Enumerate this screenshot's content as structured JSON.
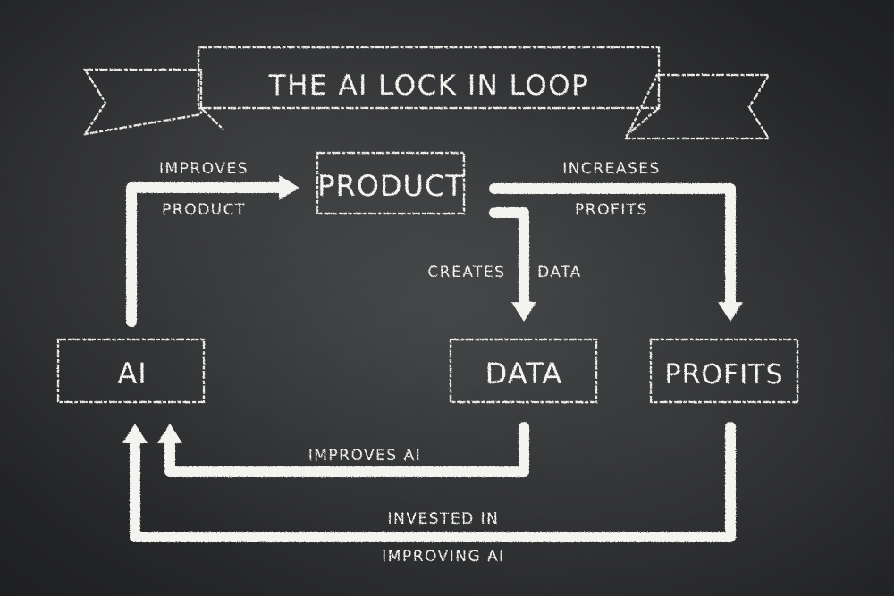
{
  "diagram": {
    "title": "THE AI LOCK IN LOOP",
    "nodes": {
      "product": "PRODUCT",
      "ai": "AI",
      "data": "DATA",
      "profits": "PROFITS"
    },
    "edges": {
      "ai_to_product": {
        "line1": "IMPROVES",
        "line2": "PRODUCT"
      },
      "product_to_profits": {
        "line1": "INCREASES",
        "line2": "PROFITS"
      },
      "product_to_data": {
        "line1": "CREATES",
        "line2": "DATA"
      },
      "data_to_ai": {
        "line1": "IMPROVES AI"
      },
      "profits_to_ai": {
        "line1": "INVESTED IN",
        "line2": "IMPROVING AI"
      }
    }
  },
  "colors": {
    "chalk": "#f3f3f0",
    "board": "#2e2f31"
  }
}
